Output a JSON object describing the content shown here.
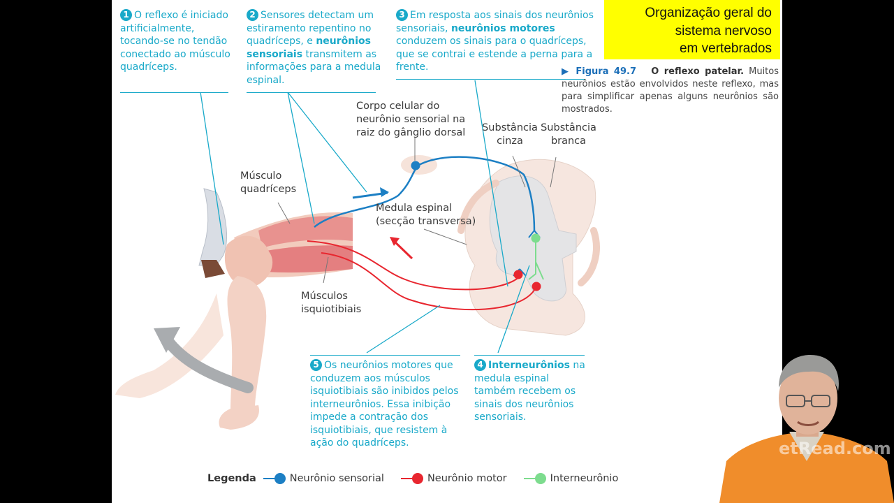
{
  "title_box": {
    "lines": [
      "Organização geral do",
      "sistema nervoso",
      "em vertebrados"
    ]
  },
  "caption": {
    "figure": "Figura 49.7",
    "title": "O reflexo patelar.",
    "text": "Muitos neurônios estão envolvidos neste reflexo, mas para simplificar apenas alguns neurônios são mostrados."
  },
  "steps": [
    {
      "num": "1",
      "parts": [
        {
          "t": "O reflexo é iniciado artificialmente, tocando-se no tendão conectado ao músculo quadríceps.",
          "b": false
        }
      ]
    },
    {
      "num": "2",
      "parts": [
        {
          "t": "Sensores detectam um estiramento repentino no quadríceps, e ",
          "b": false
        },
        {
          "t": "neurônios sensoriais",
          "b": true
        },
        {
          "t": " transmitem as informações para a medula espinal.",
          "b": false
        }
      ]
    },
    {
      "num": "3",
      "parts": [
        {
          "t": "Em resposta aos sinais dos neurônios sensoriais, ",
          "b": false
        },
        {
          "t": "neurônios motores",
          "b": true
        },
        {
          "t": " conduzem os sinais para o quadríceps, que se contrai e estende a perna para a frente.",
          "b": false
        }
      ]
    },
    {
      "num": "4",
      "parts": [
        {
          "t": "Interneurônios",
          "b": true
        },
        {
          "t": " na medula espinal também recebem os sinais dos neurônios sensoriais.",
          "b": false
        }
      ]
    },
    {
      "num": "5",
      "parts": [
        {
          "t": "Os neurônios motores que conduzem aos músculos isquiotibiais são inibidos pelos interneurônios. Essa inibição impede a contração dos isquiotibiais, que resistem à ação do quadríceps.",
          "b": false
        }
      ]
    }
  ],
  "labels": {
    "cell_body": "Corpo celular do neurônio sensorial na raiz do gânglio dorsal",
    "gray_matter": "Substância cinza",
    "white_matter": "Substância branca",
    "quadriceps": "Músculo quadríceps",
    "spinal_cord": "Medula espinal (secção transversa)",
    "hamstrings": "Músculos isquiotibiais"
  },
  "legend": {
    "title": "Legenda",
    "items": [
      {
        "label": "Neurônio sensorial",
        "color": "#1c7fc4"
      },
      {
        "label": "Neurônio motor",
        "color": "#e8262f"
      },
      {
        "label": "Interneurônio",
        "color": "#7ddc8e"
      }
    ]
  },
  "colors": {
    "step_text": "#19a9c9",
    "sensory": "#1c7fc4",
    "motor": "#e8262f",
    "interneuron": "#7ddc8e",
    "title_bg": "#ffff00"
  },
  "watermark": "etRead.com"
}
